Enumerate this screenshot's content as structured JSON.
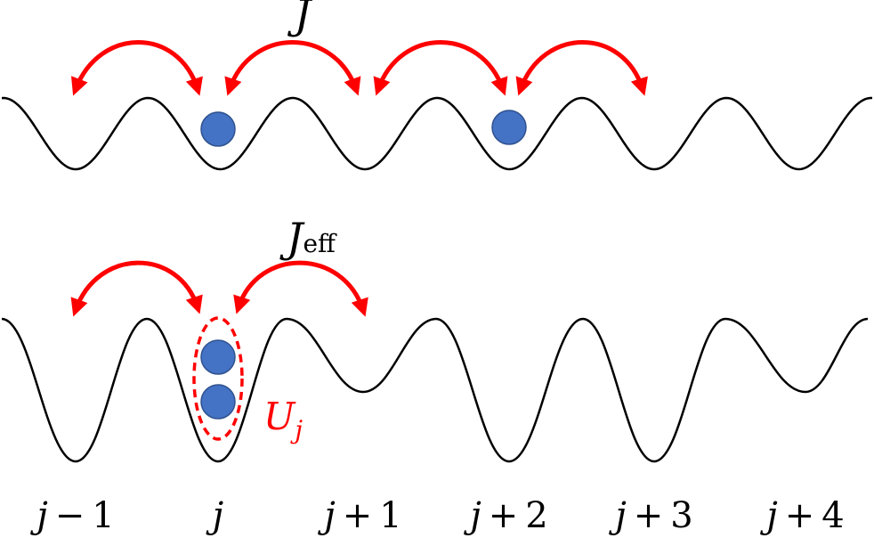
{
  "colors": {
    "hopping_arrow": "#ff0000",
    "particle": "#4472c4",
    "particle_outline": "#2f528f",
    "lattice": "#000000",
    "interaction_label": "#ff0000",
    "interaction_outline": "#ff0000"
  },
  "top_panel": {
    "hopping_label": "J",
    "particles_at_sites": [
      "j",
      "j + 2"
    ]
  },
  "bottom_panel": {
    "hopping_label_main": "J",
    "hopping_label_sub": "eff",
    "doublon_site": "j",
    "interaction_label_main": "U",
    "interaction_label_sub": "j",
    "deep_wells_at_sites": [
      "j − 1",
      "j",
      "j + 2",
      "j + 3"
    ]
  },
  "site_labels": [
    {
      "var": "j",
      "op": "−",
      "num": "1"
    },
    {
      "var": "j",
      "op": "",
      "num": ""
    },
    {
      "var": "j",
      "op": "+",
      "num": "1"
    },
    {
      "var": "j",
      "op": "+",
      "num": "2"
    },
    {
      "var": "j",
      "op": "+",
      "num": "3"
    },
    {
      "var": "j",
      "op": "+",
      "num": "4"
    }
  ]
}
